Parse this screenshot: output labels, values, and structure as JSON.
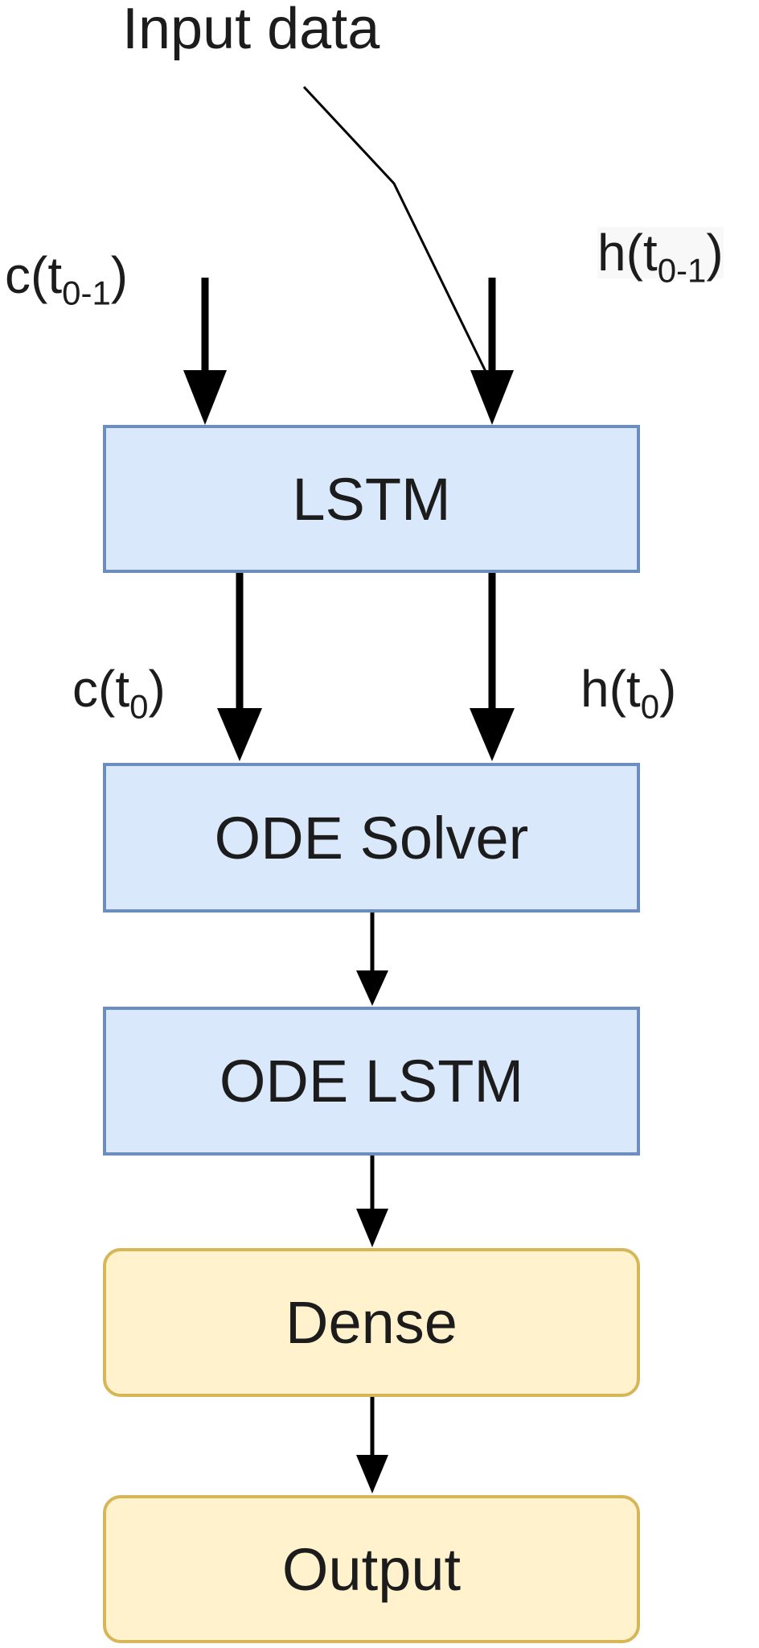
{
  "title": "Input data",
  "labels": {
    "c_prev_base": "c(t",
    "c_prev_sub": "0-1",
    "c_prev_close": ")",
    "h_prev_base": "h(t",
    "h_prev_sub": "0-1",
    "h_prev_close": ")",
    "c_t0_base": "c(t",
    "c_t0_sub": "0",
    "c_t0_close": ")",
    "h_t0_base": "h(t",
    "h_t0_sub": "0",
    "h_t0_close": ")"
  },
  "nodes": {
    "lstm": "LSTM",
    "ode_solver": "ODE Solver",
    "ode_lstm": "ODE LSTM",
    "dense": "Dense",
    "output": "Output"
  },
  "colors": {
    "blue_fill": "#dae8fc",
    "blue_stroke": "#6c8ebf",
    "yellow_fill": "#fff2cc",
    "yellow_stroke": "#d6b656",
    "arrow": "#000000"
  }
}
